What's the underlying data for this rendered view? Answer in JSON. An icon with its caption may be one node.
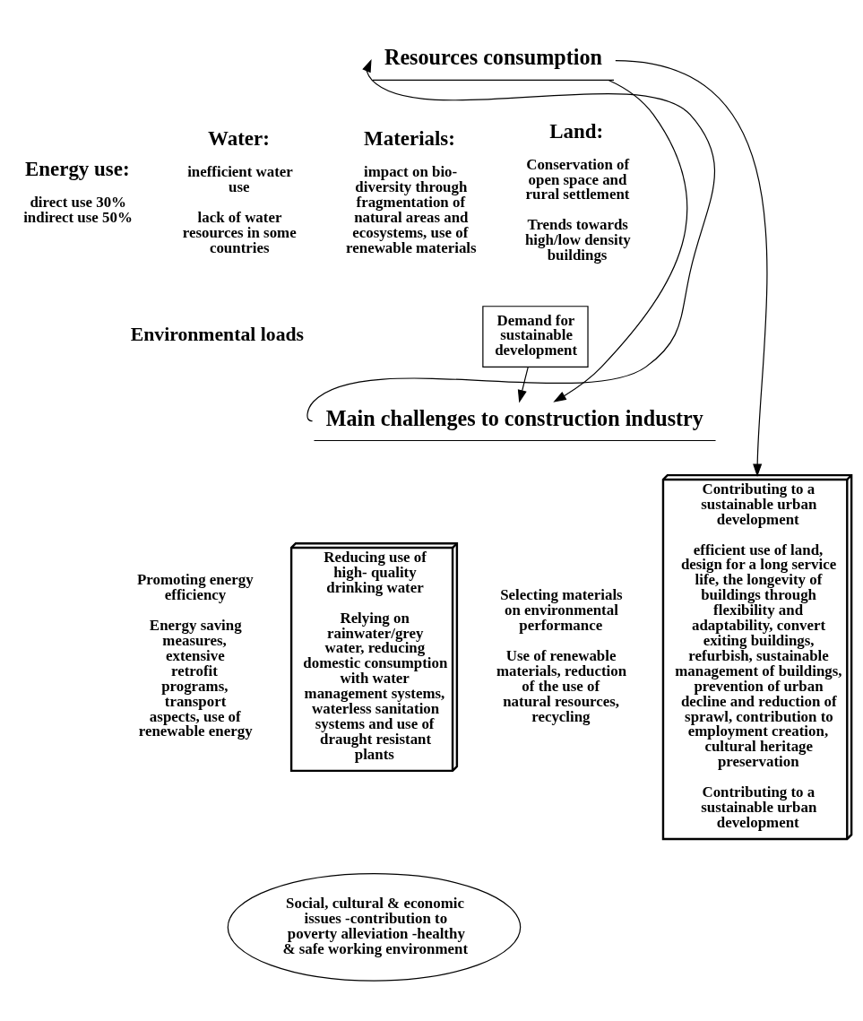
{
  "diagram": {
    "nodes": [
      {
        "text": [
          "Resources consumption"
        ]
      },
      {
        "text": [
          "Energy use:",
          "direct use 30% indirect use 50%"
        ]
      },
      {
        "text": [
          "Water:",
          "inefficient water use",
          "lack of water resources in some countries"
        ]
      },
      {
        "text": [
          "Materials:",
          "impact on bio-diversity through fragmentation of natural areas and ecosystems, use of renewable materials"
        ]
      },
      {
        "text": [
          "Land:",
          "Conservation of open space and rural settlement",
          "Trends towards high/low density buildings"
        ]
      },
      {
        "text": [
          "Environmental loads"
        ]
      },
      {
        "text": [
          "Demand for sustainable development"
        ]
      },
      {
        "text": [
          "Main challenges to construction industry"
        ]
      },
      {
        "text": [
          "Promoting energy efficiency",
          "Energy saving measures, extensive retrofit programs, transport aspects, use of renewable energy"
        ]
      },
      {
        "text": [
          "Reducing use of high- quality drinking water",
          "Relying on rainwater/grey water, reducing domestic consumption with water management systems, waterless sanitation systems and use of draught resistant plants"
        ]
      },
      {
        "text": [
          "Selecting materials on environmental performance",
          "Use of renewable materials, reduction of the use of natural resources, recycling"
        ]
      },
      {
        "text": [
          "Contributing to a sustainable urban development",
          "efficient use of land, design for a long service life, the longevity of buildings through flexibility and adaptability, convert exiting buildings, refurbish, sustainable management of buildings, prevention of urban decline and reduction of sprawl, contribution to employment creation, cultural heritage preservation",
          "Contributing to a sustainable urban development"
        ]
      },
      {
        "text": [
          "Social, cultural & economic issues -contribution to poverty alleviation -healthy & safe working environment"
        ]
      }
    ],
    "edges": [
      {
        "from": 0,
        "to": 7,
        "arrow": "to"
      },
      {
        "from": 6,
        "to": 7,
        "arrow": "to"
      },
      {
        "from": 7,
        "to": 0,
        "arrow": "to"
      },
      {
        "from": 0,
        "to": 11,
        "arrow": "to"
      }
    ]
  }
}
